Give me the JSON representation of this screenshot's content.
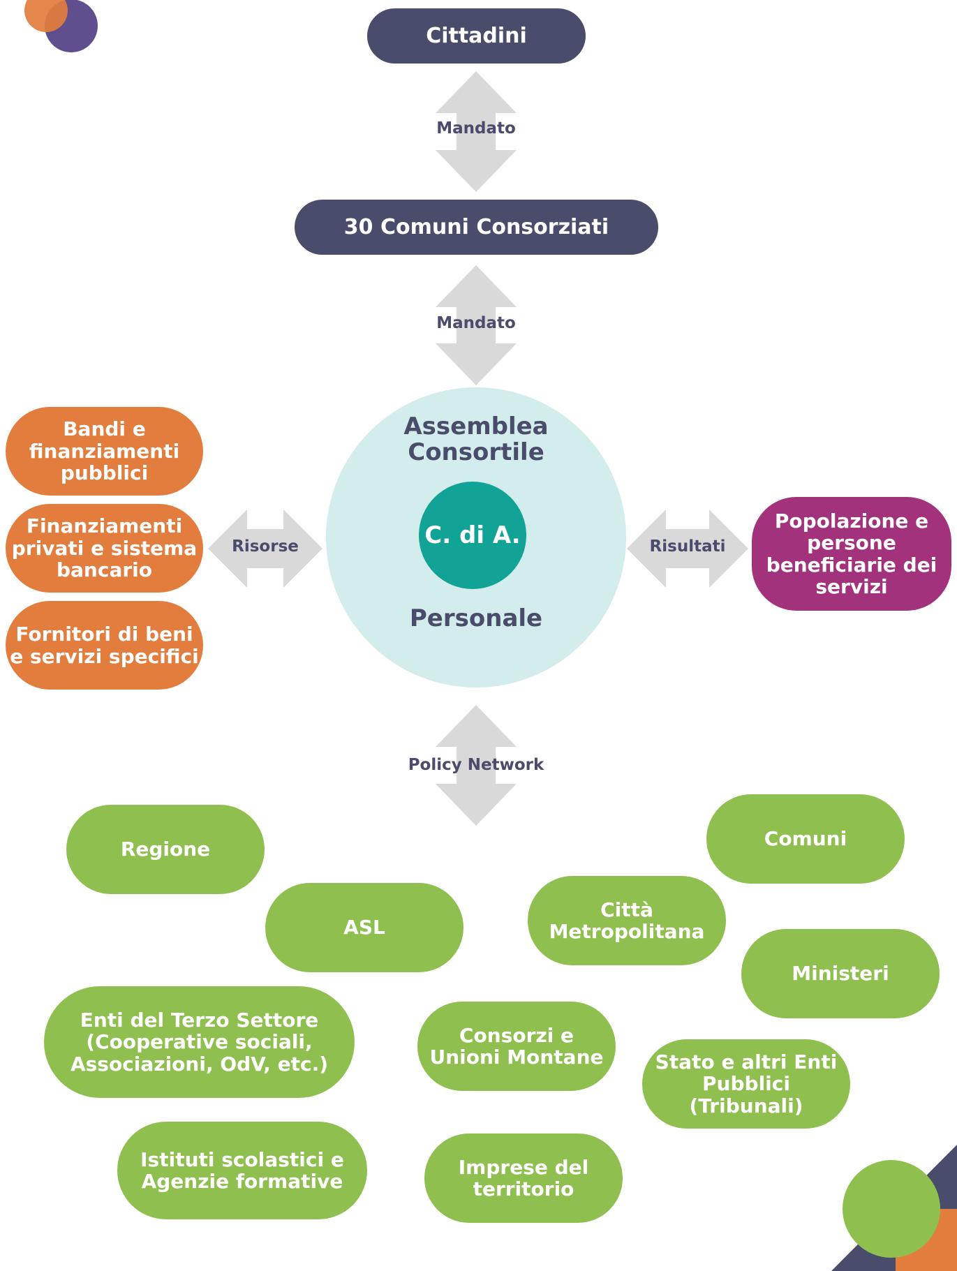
{
  "top": {
    "cittadini": "Cittadini",
    "comuni_consorziati": "30 Comuni Consorziati"
  },
  "arrows": {
    "mandato_1": "Mandato",
    "mandato_2": "Mandato",
    "risorse": "Risorse",
    "risultati": "Risultati",
    "policy_network": "Policy Network"
  },
  "center": {
    "assemblea_line1": "Assemblea",
    "assemblea_line2": "Consortile",
    "cda": "C. di A.",
    "personale": "Personale"
  },
  "left": {
    "bandi": "Bandi e finanziamenti pubblici",
    "finanziamenti": "Finanziamenti privati e sistema bancario",
    "fornitori": "Fornitori di beni e servizi specifici"
  },
  "right": {
    "popolazione": "Popolazione e persone beneficiarie dei servizi"
  },
  "network": {
    "regione": "Regione",
    "comuni": "Comuni",
    "asl": "ASL",
    "citta_metro": "Città Metropolitana",
    "ministeri": "Ministeri",
    "terzo_settore": "Enti del Terzo Settore (Cooperative sociali, Associazioni, OdV, etc.)",
    "consorzi": "Consorzi e Unioni Montane",
    "stato": "Stato e altri Enti Pubblici (Tribunali)",
    "istituti": "Istituti scolastici e Agenzie formative",
    "imprese": "Imprese del territorio"
  },
  "colors": {
    "dark": "#4a4c6b",
    "orange": "#e37d3e",
    "purple": "#a2327c",
    "green": "#8fc04f",
    "teal": "#10a396",
    "light_teal": "#d3ecec",
    "arrow": "#d9d9d9"
  }
}
